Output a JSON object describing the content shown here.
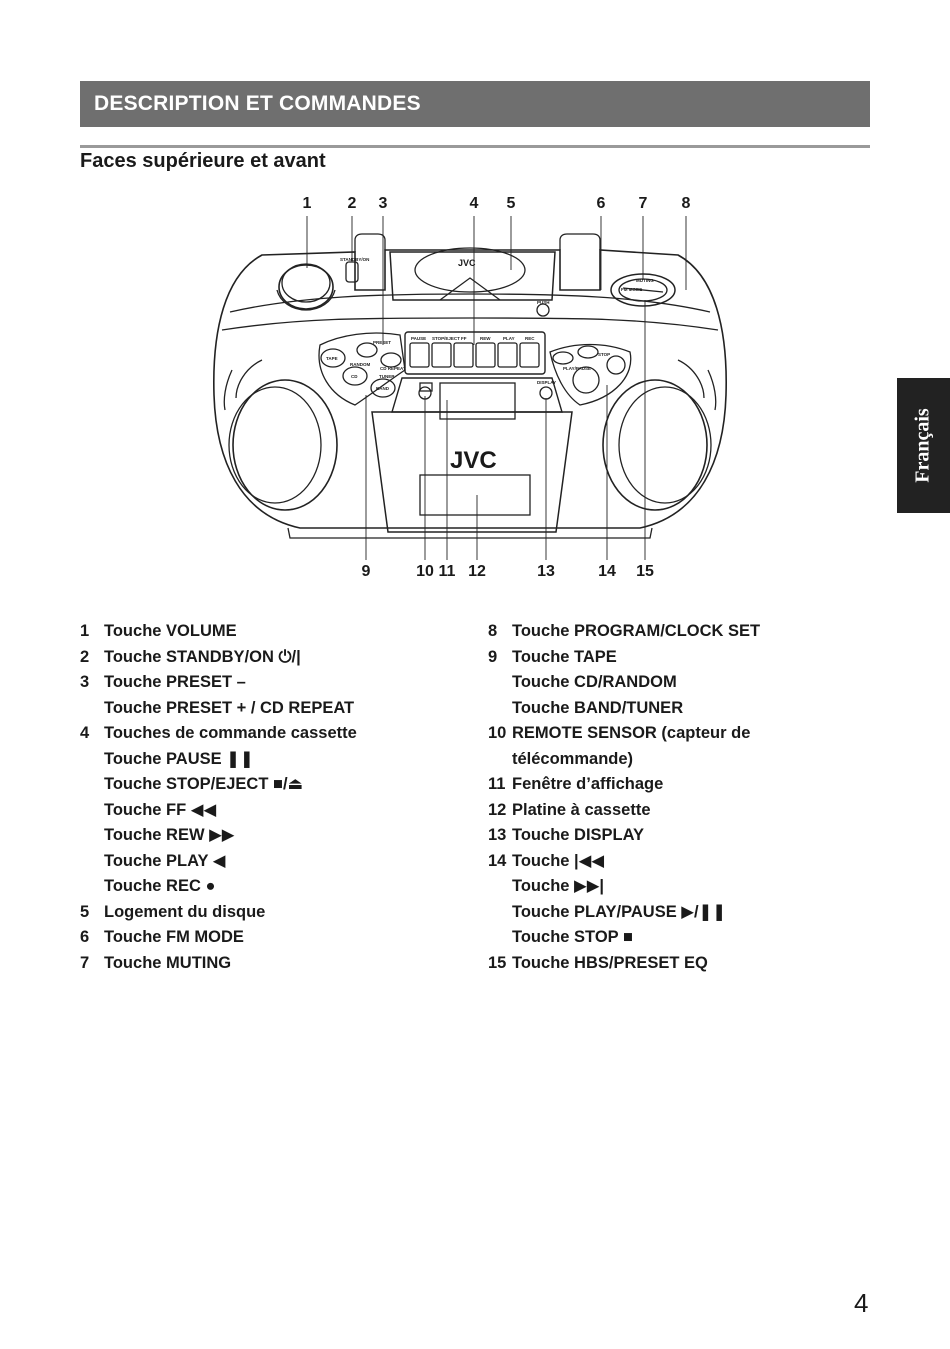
{
  "header": {
    "title": "DESCRIPTION ET COMMANDES"
  },
  "section": {
    "title": "Faces supérieure et avant"
  },
  "side_tab": {
    "label": "Français"
  },
  "diagram": {
    "brand": "JVC",
    "top_callouts": [
      "1",
      "2",
      "3",
      "4",
      "5",
      "6",
      "7",
      "8"
    ],
    "bottom_callouts": [
      "9",
      "10",
      "11",
      "12",
      "13",
      "14",
      "15"
    ],
    "panel_labels": {
      "standby": "STANDBY/ON",
      "pause": "PAUSE",
      "stop_eject": "STOP/EJECT",
      "ff": "FF",
      "rew": "REW",
      "play": "PLAY",
      "rec": "REC",
      "push": "PUSH",
      "tape": "TAPE",
      "cd": "CD",
      "band": "BAND",
      "random": "RANDOM",
      "tuner": "TUNER",
      "preset": "PRESET",
      "cd_repeat": "CD REPEAT",
      "display": "DISPLAY",
      "stop": "STOP",
      "play_pause": "PLAY/PAUSE",
      "muting": "MUTING",
      "fm_mode": "FM MODE"
    }
  },
  "left_list": [
    {
      "num": "1",
      "text": "Touche VOLUME"
    },
    {
      "num": "2",
      "text": "Touche STANDBY/ON ⏻/|"
    },
    {
      "num": "3",
      "text": "Touche PRESET –"
    },
    {
      "num": "",
      "text": "Touche PRESET + / CD REPEAT"
    },
    {
      "num": "4",
      "text": "Touches de commande cassette"
    },
    {
      "num": "",
      "text": "Touche PAUSE ❚❚"
    },
    {
      "num": "",
      "text": "Touche STOP/EJECT ■/⏏"
    },
    {
      "num": "",
      "text": "Touche FF ◀◀"
    },
    {
      "num": "",
      "text": "Touche REW ▶▶"
    },
    {
      "num": "",
      "text": "Touche PLAY ◀"
    },
    {
      "num": "",
      "text": "Touche REC ●"
    },
    {
      "num": "5",
      "text": "Logement du disque"
    },
    {
      "num": "6",
      "text": "Touche FM MODE"
    },
    {
      "num": "7",
      "text": "Touche MUTING"
    }
  ],
  "right_list": [
    {
      "num": "8",
      "text": "Touche PROGRAM/CLOCK SET"
    },
    {
      "num": "9",
      "text": "Touche TAPE"
    },
    {
      "num": "",
      "text": "Touche CD/RANDOM"
    },
    {
      "num": "",
      "text": "Touche BAND/TUNER"
    },
    {
      "num": "10",
      "text": "REMOTE SENSOR (capteur de télécommande)"
    },
    {
      "num": "11",
      "text": "Fenêtre d’affichage"
    },
    {
      "num": "12",
      "text": "Platine à cassette"
    },
    {
      "num": "13",
      "text": "Touche DISPLAY"
    },
    {
      "num": "14",
      "text": "Touche |◀◀"
    },
    {
      "num": "",
      "text": "Touche ▶▶|"
    },
    {
      "num": "",
      "text": "Touche PLAY/PAUSE ▶/❚❚"
    },
    {
      "num": "",
      "text": "Touche STOP ■"
    },
    {
      "num": "15",
      "text": "Touche HBS/PRESET EQ"
    }
  ],
  "page": {
    "number": "4"
  }
}
